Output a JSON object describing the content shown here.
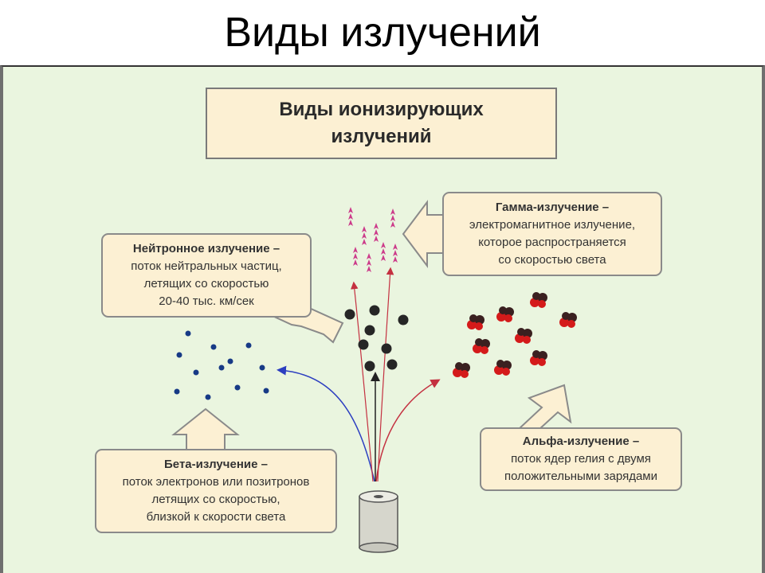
{
  "page": {
    "title": "Виды излучений"
  },
  "header_box": {
    "text": "Виды ионизирующих\nизлучений"
  },
  "callouts": {
    "neutron": {
      "head": "Нейтронное излучение –",
      "lines": [
        "поток нейтральных частиц,",
        "летящих со скоростью",
        "20-40 тыс. км/сек"
      ]
    },
    "gamma": {
      "head": "Гамма-излучение –",
      "lines": [
        "электромагнитное излучение,",
        "которое распространяется",
        "со скоростью света"
      ]
    },
    "beta": {
      "head": "Бета-излучение –",
      "lines": [
        "поток электронов или позитронов",
        "летящих со скоростью,",
        "близкой к скорости света"
      ]
    },
    "alpha": {
      "head": "Альфа-излучение –",
      "lines": [
        "поток ядер гелия с двумя",
        "положительными зарядами"
      ]
    }
  },
  "colors": {
    "panel_bg": "#eaf5df",
    "callout_bg": "#fcf0d3",
    "callout_border": "#8a8a8a",
    "gamma_particles": "#cc3a8a",
    "neutron_particles": "#262626",
    "beta_particles": "#173a86",
    "alpha_red": "#d41a1a",
    "alpha_dark": "#3a2020",
    "beta_path": "#2c3ec0",
    "alpha_path": "#c43040",
    "source_cylinder": "#d6d6cc"
  }
}
